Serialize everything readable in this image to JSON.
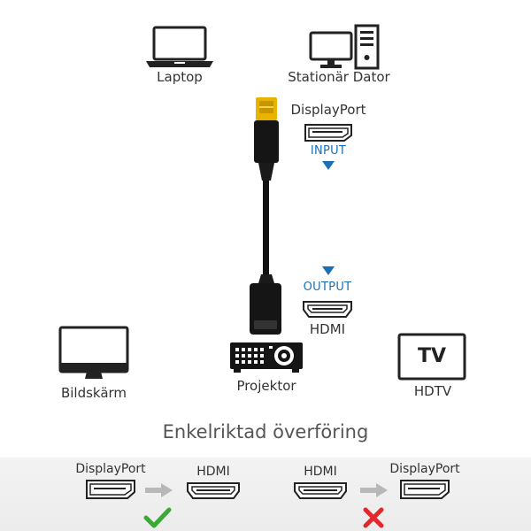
{
  "devices": {
    "laptop": "Laptop",
    "desktop": "Stationär Dator",
    "monitor": "Bildskärm",
    "projector": "Projektor",
    "tv": "HDTV",
    "tv_screen_text": "TV"
  },
  "connectors": {
    "input_port": "DisplayPort",
    "input_label": "INPUT",
    "output_label": "OUTPUT",
    "output_port": "HDMI"
  },
  "direction_title": "Enkelriktad överföring",
  "compat": [
    {
      "from": "DisplayPort",
      "to": "HDMI",
      "supported": true
    },
    {
      "from": "HDMI",
      "to": "DisplayPort",
      "supported": false
    }
  ],
  "colors": {
    "accent_blue": "#1a6fb5",
    "check_green": "#3aaa35",
    "cross_red": "#e5262b",
    "connector_gold": "#e8b400"
  }
}
